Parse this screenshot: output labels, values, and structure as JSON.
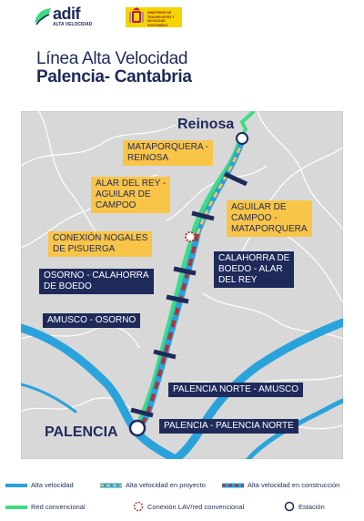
{
  "header": {
    "adif_name": "adif",
    "adif_tagline": "ALTA VELOCIDAD",
    "ministry_text": "MINISTERIO DE TRANSPORTES Y MOVILIDAD SOSTENIBLE"
  },
  "title": "Línea Alta Velocidad",
  "subtitle": "Palencia- Cantabria",
  "colors": {
    "dark_blue": "#1e2a5a",
    "high_speed": "#2aa3dc",
    "conventional": "#3ddc84",
    "construction": "#b5322f",
    "project": "#f9c549",
    "map_background": "#d8d8d8",
    "river": "#2aa3dc"
  },
  "map": {
    "cities": {
      "top": "Reinosa",
      "bottom": "PALENCIA"
    },
    "labels": {
      "mataporquera_reinosa": [
        "MATAPORQUERA -",
        "REINOSA"
      ],
      "alar_aguilar": [
        "ALAR DEL REY -",
        "AGUILAR DE",
        "CAMPOO"
      ],
      "aguilar_mataporquera": [
        "AGUILAR DE",
        "CAMPOO -",
        "MATAPORQUERA"
      ],
      "conexion_nogales": [
        "CONEXIÓN NOGALES",
        "DE PISUERGA"
      ],
      "calahorra_alar": [
        "CALAHORRA DE",
        "BOEDO - ALAR",
        "DEL REY"
      ],
      "osorno_calahorra": [
        "OSORNO - CALAHORRA",
        "DE BOEDO"
      ],
      "amusco_osorno": [
        "AMUSCO - OSORNO"
      ],
      "palencia_norte_amusco": [
        "PALENCIA NORTE - AMUSCO"
      ],
      "palencia_palencia_norte": [
        "PALENCIA - PALENCIA NORTE"
      ]
    }
  },
  "legend": {
    "high_speed": "Alta velocidad",
    "project": "Alta velocidad en proyecto",
    "construction": "Alta velocidad en construcción",
    "conventional": "Red convencional",
    "connection": "Conexión LAV/red convencional",
    "station": "Estación"
  }
}
